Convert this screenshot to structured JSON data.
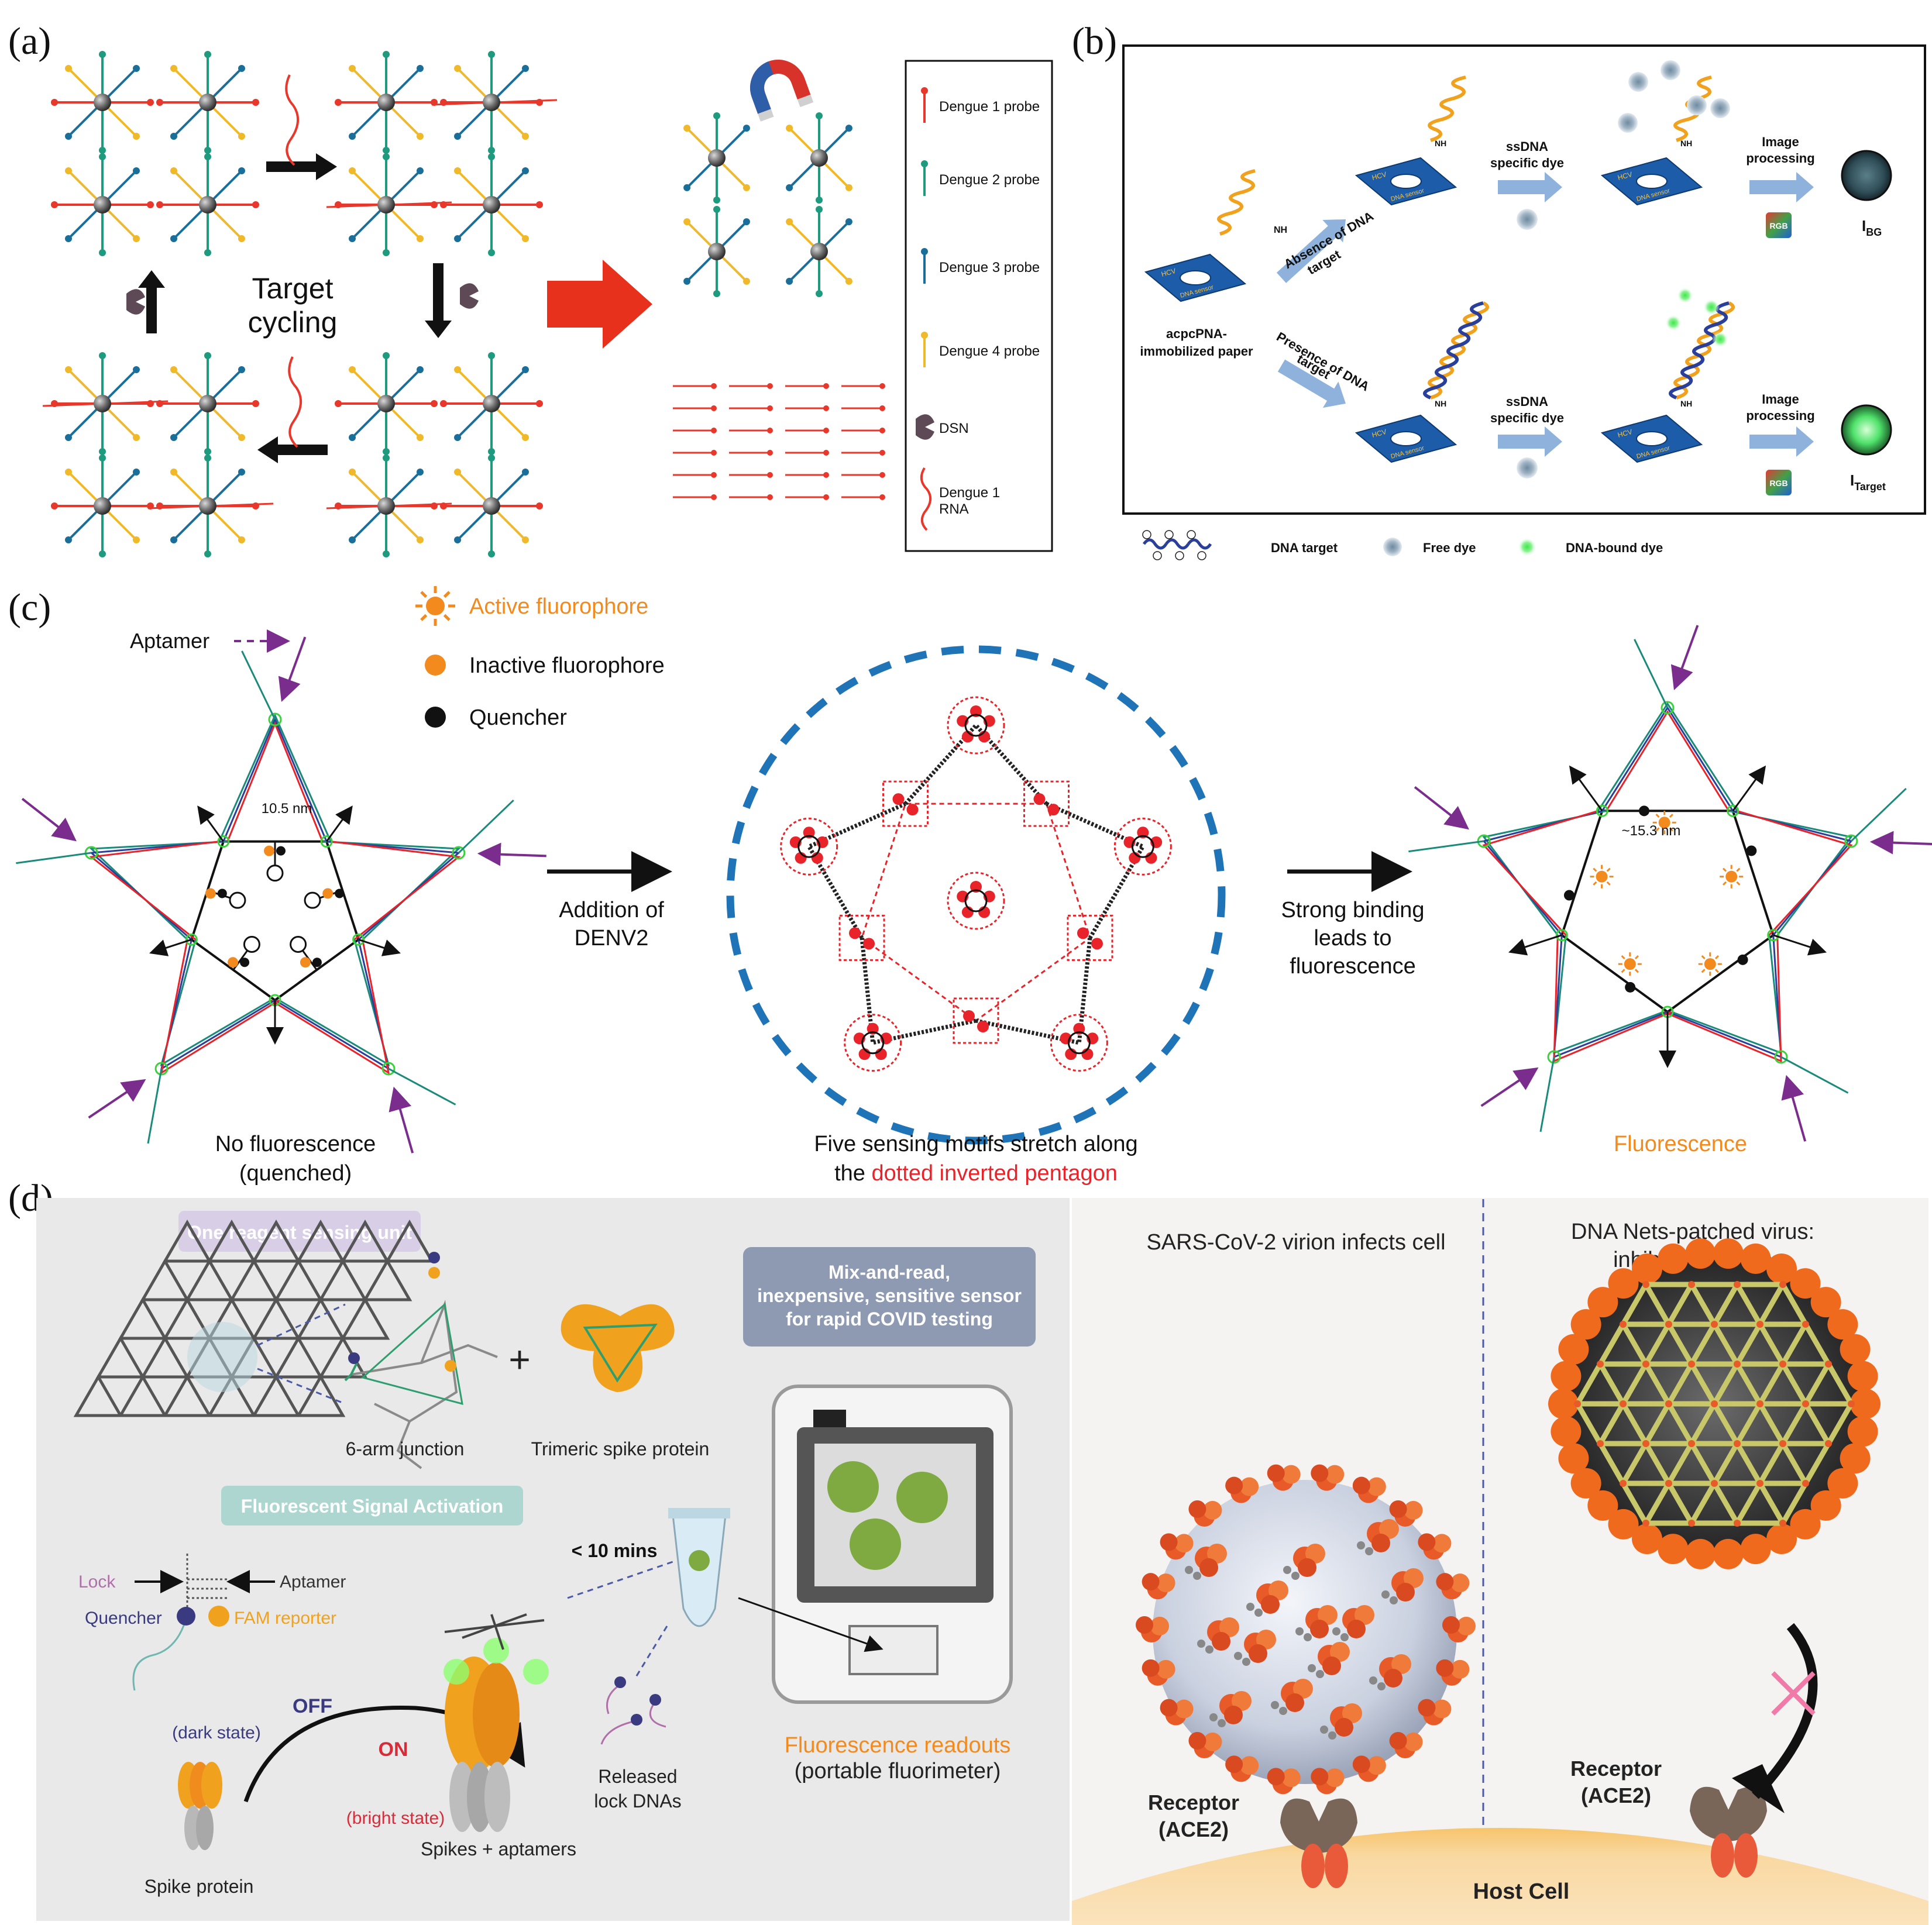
{
  "panel_a": {
    "label": "(a)",
    "center_text": [
      "Target",
      "cycling"
    ],
    "legend": {
      "items": [
        {
          "text": [
            "Dengue 1 probe"
          ],
          "color": "#e8372b",
          "icon": "probe-icon"
        },
        {
          "text": [
            "Dengue 2 probe"
          ],
          "color": "#1e9a7e",
          "icon": "probe-icon"
        },
        {
          "text": [
            "Dengue 3 probe"
          ],
          "color": "#1a6f9a",
          "icon": "probe-icon"
        },
        {
          "text": [
            "Dengue 4 probe"
          ],
          "color": "#f0b92a",
          "icon": "probe-icon"
        },
        {
          "text": [
            "DSN"
          ],
          "color": "#5e4a56",
          "icon": "dsn-pacman-icon"
        },
        {
          "text": [
            "Dengue 1",
            "RNA"
          ],
          "color": "#e8372b",
          "icon": "rna-squiggle-icon"
        }
      ]
    }
  },
  "panel_b": {
    "label": "(b)",
    "substrate_text": [
      "HCV",
      "DNA sensor"
    ],
    "nh_text": "NH",
    "paper_label": [
      "acpcPNA-",
      "immobilized paper"
    ],
    "absence_label": [
      "Absence of DNA",
      "target"
    ],
    "presence_label": [
      "Presence of DNA",
      "target"
    ],
    "dye_label": [
      "ssDNA",
      "specific dye"
    ],
    "processing_label": [
      "Image",
      "processing"
    ],
    "rgb_text": "RGB",
    "i_bg": {
      "main": "I",
      "sub": "BG"
    },
    "i_target": {
      "main": "I",
      "sub": "Target"
    },
    "legend": [
      {
        "text": "DNA target",
        "icon": "dna-target-icon"
      },
      {
        "text": "Free dye",
        "icon": "free-dye-icon"
      },
      {
        "text": "DNA-bound dye",
        "icon": "bound-dye-icon"
      }
    ]
  },
  "panel_c": {
    "label": "(c)",
    "legend": [
      {
        "text": "Active fluorophore",
        "color": "#f28a1e",
        "icon": "active-fluorophore-icon"
      },
      {
        "text": "Inactive fluorophore",
        "color": "#1a1a1a",
        "icon": "inactive-fluorophore-icon"
      },
      {
        "text": "Quencher",
        "color": "#1a1a1a",
        "icon": "quencher-icon"
      }
    ],
    "aptamer_label": "Aptamer",
    "distance_left": "10.5 nm",
    "distance_right": "~15.3 nm",
    "step1": [
      "Addition of",
      "DENV2"
    ],
    "step2": [
      "Strong binding",
      "leads to",
      "fluorescence"
    ],
    "caption_left": [
      "No fluorescence",
      "(quenched)"
    ],
    "caption_middle": {
      "line1": "Five sensing motifs stretch along",
      "line2_prefix": "the ",
      "line2_colored": "dotted inverted pentagon"
    },
    "caption_right": "Fluorescence",
    "colors": {
      "orange": "#f28a1e",
      "red": "#e8232a",
      "blue": "#1f73b7"
    }
  },
  "panel_d": {
    "label": "(d)",
    "sensing_unit": "One reagent sensing unit",
    "junction_label": "6-arm junction",
    "spike_label": "Trimeric spike protein",
    "plus": "+",
    "mix_read": [
      "Mix-and-read,",
      "inexpensive, sensitive sensor",
      "for rapid COVID testing"
    ],
    "signal_activation": "Fluorescent Signal Activation",
    "lock": "Lock",
    "aptamer": "Aptamer",
    "quencher": "Quencher",
    "fam": "FAM reporter",
    "dark_state": "(dark state)",
    "off": "OFF",
    "on": "ON",
    "bright_state": "(bright state)",
    "time": "< 10 mins",
    "released": [
      "Released",
      "lock DNAs"
    ],
    "readouts": "Fluorescence readouts",
    "fluorimeter": "(portable fluorimeter)",
    "spike_protein": "Spike protein",
    "spikes_aptamers": "Spikes + aptamers",
    "virion_title": "SARS-CoV-2 virion infects cell",
    "nets_title": [
      "DNA Nets-patched virus:",
      "inhibition effects"
    ],
    "receptor": [
      "Receptor",
      "(ACE2)"
    ],
    "host_cell": "Host Cell"
  }
}
